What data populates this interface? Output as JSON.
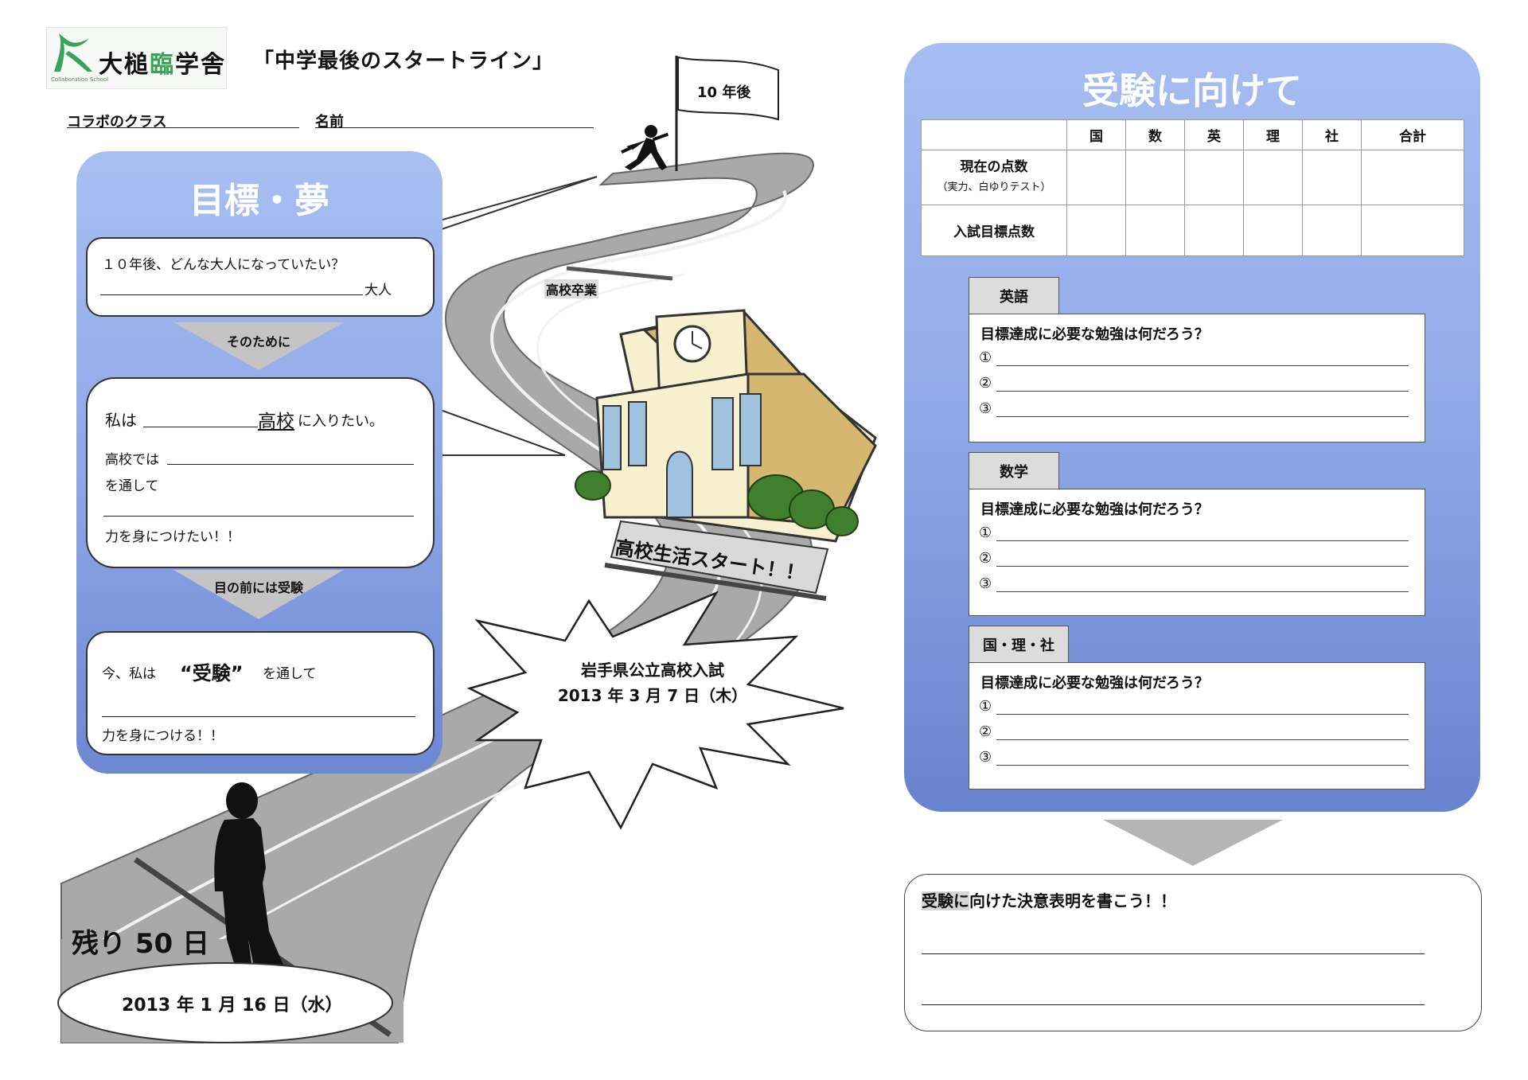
{
  "header": {
    "logo_name_part1": "大槌",
    "logo_name_part2": "臨",
    "logo_name_part3": "学舎",
    "logo_sub": "Collaboration School",
    "title": "「中学最後のスタートライン」",
    "class_label": "コラボのクラス",
    "name_label": "名前"
  },
  "road": {
    "flag_text": "10 年後",
    "graduation_label": "高校卒業",
    "school_start_label": "高校生活スタート！！",
    "exam_line1": "岩手県公立高校入試",
    "exam_line2": "2013 年 3 月 7 日（木）",
    "remaining": "残り 50 日",
    "today": "2013 年 1 月 16 日（水）"
  },
  "left_panel": {
    "title": "目標・夢",
    "box1_question": "１０年後、どんな大人になっていたい？",
    "box1_suffix": "大人",
    "arrow1": "そのために",
    "box2_line1_prefix": "私は",
    "box2_line1_school": "高校",
    "box2_line1_suffix": "に入りたい。",
    "box2_line2": "高校では",
    "box2_line3": "を通して",
    "box2_line4": "力を身につけたい！！",
    "arrow2": "目の前には受験",
    "box3_prefix": "今、私は",
    "box3_emph": "“受験”",
    "box3_suffix": "を通して",
    "box3_last": "力を身につける！！"
  },
  "right_panel": {
    "title": "受験に向けて",
    "table": {
      "headers": [
        "",
        "国",
        "数",
        "英",
        "理",
        "社",
        "合計"
      ],
      "row1_label": "現在の点数",
      "row1_sub": "（実力、白ゆりテスト）",
      "row2_label": "入試目標点数"
    },
    "sections": [
      {
        "tab": "英語",
        "question": "目標達成に必要な勉強は何だろう？",
        "items": [
          "①",
          "②",
          "③"
        ]
      },
      {
        "tab": "数学",
        "question": "目標達成に必要な勉強は何だろう？",
        "items": [
          "①",
          "②",
          "③"
        ]
      },
      {
        "tab": "国・理・社",
        "question": "目標達成に必要な勉強は何だろう？",
        "items": [
          "①",
          "②",
          "③"
        ]
      }
    ]
  },
  "bottom": {
    "heading_highlight": "受験に",
    "heading_rest": "向けた決意表明を書こう！！"
  }
}
